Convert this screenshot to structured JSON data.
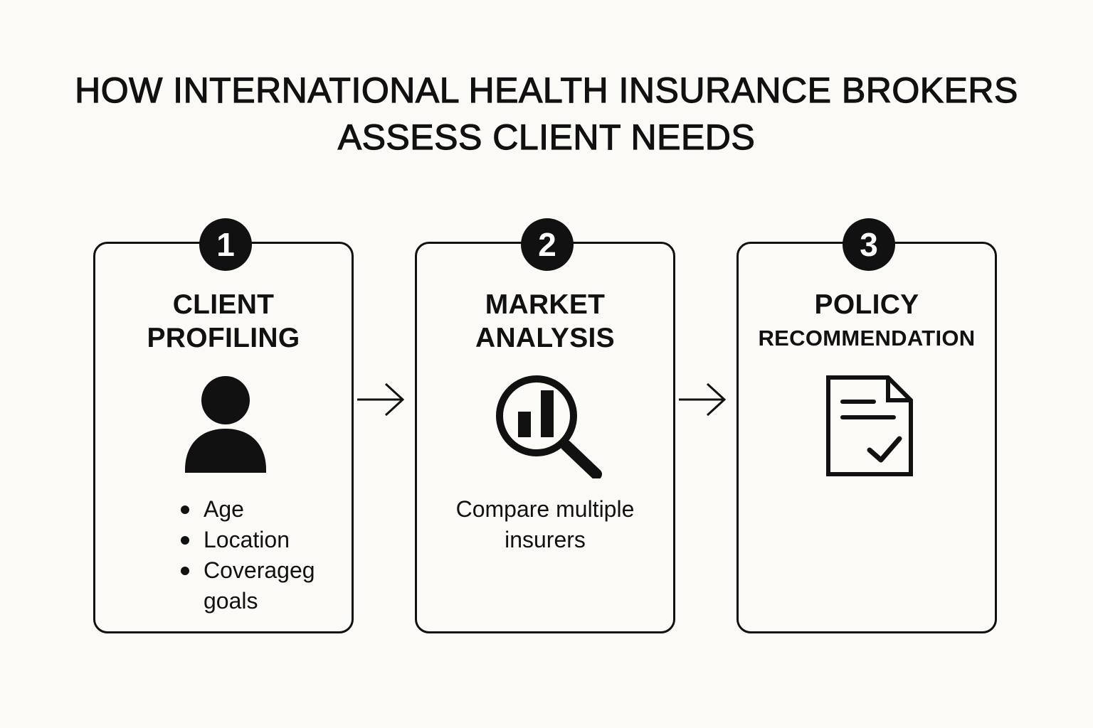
{
  "title": {
    "line1": "HOW INTERNATIONAL HEALTH INSURANCE BROKERS",
    "line2": "ASSESS CLIENT NEEDS"
  },
  "steps": [
    {
      "number": "1",
      "title_line1": "CLIENT",
      "title_line2": "PROFILING",
      "icon": "person-icon",
      "bullets": [
        "Age",
        "Location",
        "Coverageg goals"
      ]
    },
    {
      "number": "2",
      "title_line1": "MARKET",
      "title_line2": "ANALYSIS",
      "icon": "magnifier-chart-icon",
      "text_line1": "Compare multiple",
      "text_line2": "insurers"
    },
    {
      "number": "3",
      "title_line1": "POLICY",
      "title_line2": "RECOMMENDATION",
      "icon": "document-check-icon"
    }
  ],
  "colors": {
    "background": "#fbfaf7",
    "ink": "#111111",
    "badge_text": "#ffffff"
  }
}
